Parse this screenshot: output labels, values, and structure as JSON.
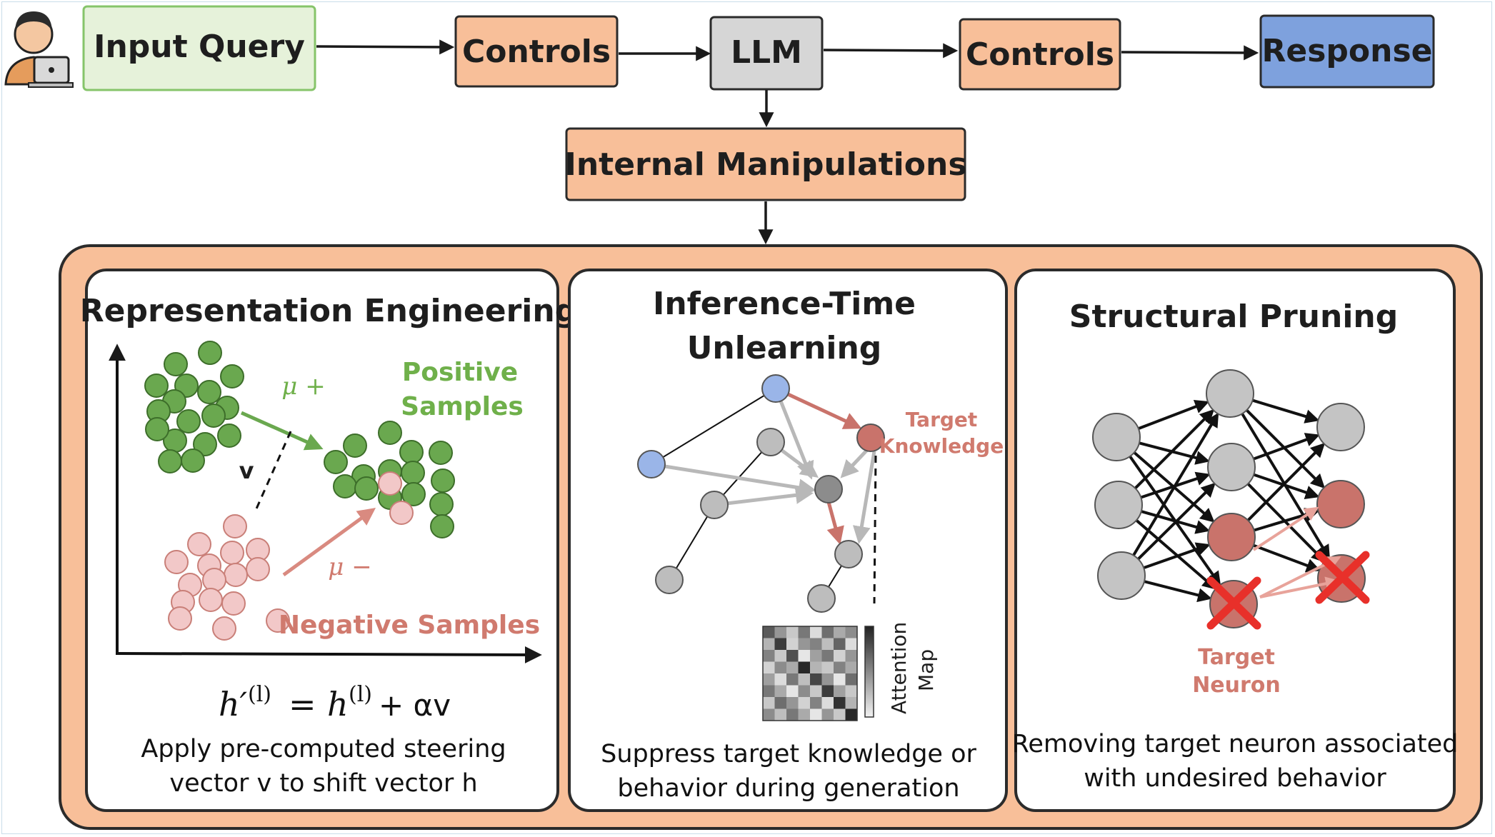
{
  "pipeline": {
    "input_query": "Input Query",
    "controls_pre": "Controls",
    "llm": "LLM",
    "controls_post": "Controls",
    "response": "Response",
    "internal": "Internal Manipulations"
  },
  "panels": {
    "rep": {
      "title": "Representation Engineering",
      "positive_line1": "Positive",
      "positive_line2": "Samples",
      "negative": "Negative Samples",
      "mu_plus": "μ +",
      "mu_minus": "μ −",
      "v_label": "v",
      "formula_lhs": "h′",
      "formula_lhs_sup": "(l)",
      "formula_eq": "=",
      "formula_rhs": "h",
      "formula_rhs_sup": "(l)",
      "formula_tail": "+ αv",
      "caption_line1": "Apply pre-computed steering",
      "caption_line2": "vector v to shift vector h"
    },
    "itu": {
      "title_line1": "Inference-Time",
      "title_line2": "Unlearning",
      "target_line1": "Target",
      "target_line2": "Knowledge",
      "attention_line1": "Attention",
      "attention_line2": "Map",
      "caption_line1": "Suppress target knowledge or",
      "caption_line2": "behavior during generation"
    },
    "sp": {
      "title": "Structural Pruning",
      "target_line1": "Target",
      "target_line2": "Neuron",
      "caption_line1": "Removing target neuron associated",
      "caption_line2": "with undesired behavior"
    }
  },
  "colors": {
    "orange_fill": "#f8bf99",
    "orange_stroke": "#2b2b2b",
    "green_fill": "#e6f2da",
    "green_stroke": "#86c46a",
    "gray_fill": "#d6d6d6",
    "blue_fill": "#7ea1dd",
    "green_dot": "#6aa84f",
    "pink_dot": "#f2c8c8",
    "red_text": "#d07a6e",
    "green_text": "#6fb04a",
    "red_node": "#c9736b",
    "blue_node": "#9ab5e8"
  },
  "icons": [
    "person-laptop-icon",
    "arrow-icon",
    "cross-icon"
  ]
}
